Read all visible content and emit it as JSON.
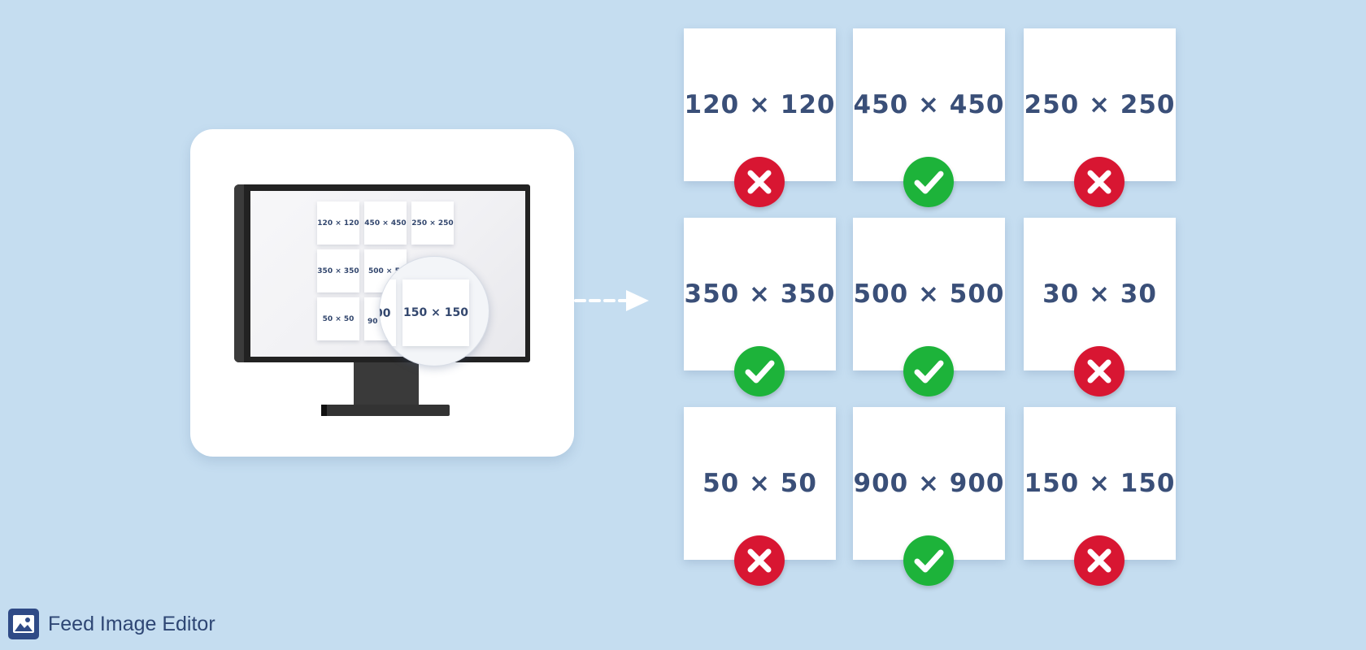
{
  "illustration": {
    "mini_tiles": [
      {
        "label": "120 × 120"
      },
      {
        "label": "450 × 450"
      },
      {
        "label": "250 × 250"
      },
      {
        "label": "350 × 350"
      },
      {
        "label": "500 × 5"
      },
      {
        "label": "50 × 50"
      },
      {
        "label": "90"
      }
    ],
    "magnified_label": "150 × 150",
    "magnified_partial": "00"
  },
  "sizes": [
    {
      "label": "120 × 120",
      "status": "rejected"
    },
    {
      "label": "450 × 450",
      "status": "accepted"
    },
    {
      "label": "250 × 250",
      "status": "rejected"
    },
    {
      "label": "350 × 350",
      "status": "accepted"
    },
    {
      "label": "500 × 500",
      "status": "accepted"
    },
    {
      "label": "30 × 30",
      "status": "rejected"
    },
    {
      "label": "50 × 50",
      "status": "rejected"
    },
    {
      "label": "900 × 900",
      "status": "accepted"
    },
    {
      "label": "150 × 150",
      "status": "rejected"
    }
  ],
  "colors": {
    "accepted": "#1db33a",
    "rejected": "#d81632",
    "background": "#c5ddf0",
    "label": "#3a4f78"
  },
  "icons": {
    "accepted": "check-icon",
    "rejected": "cross-icon",
    "brand": "image-icon"
  },
  "brand": {
    "name": "Feed Image Editor"
  }
}
